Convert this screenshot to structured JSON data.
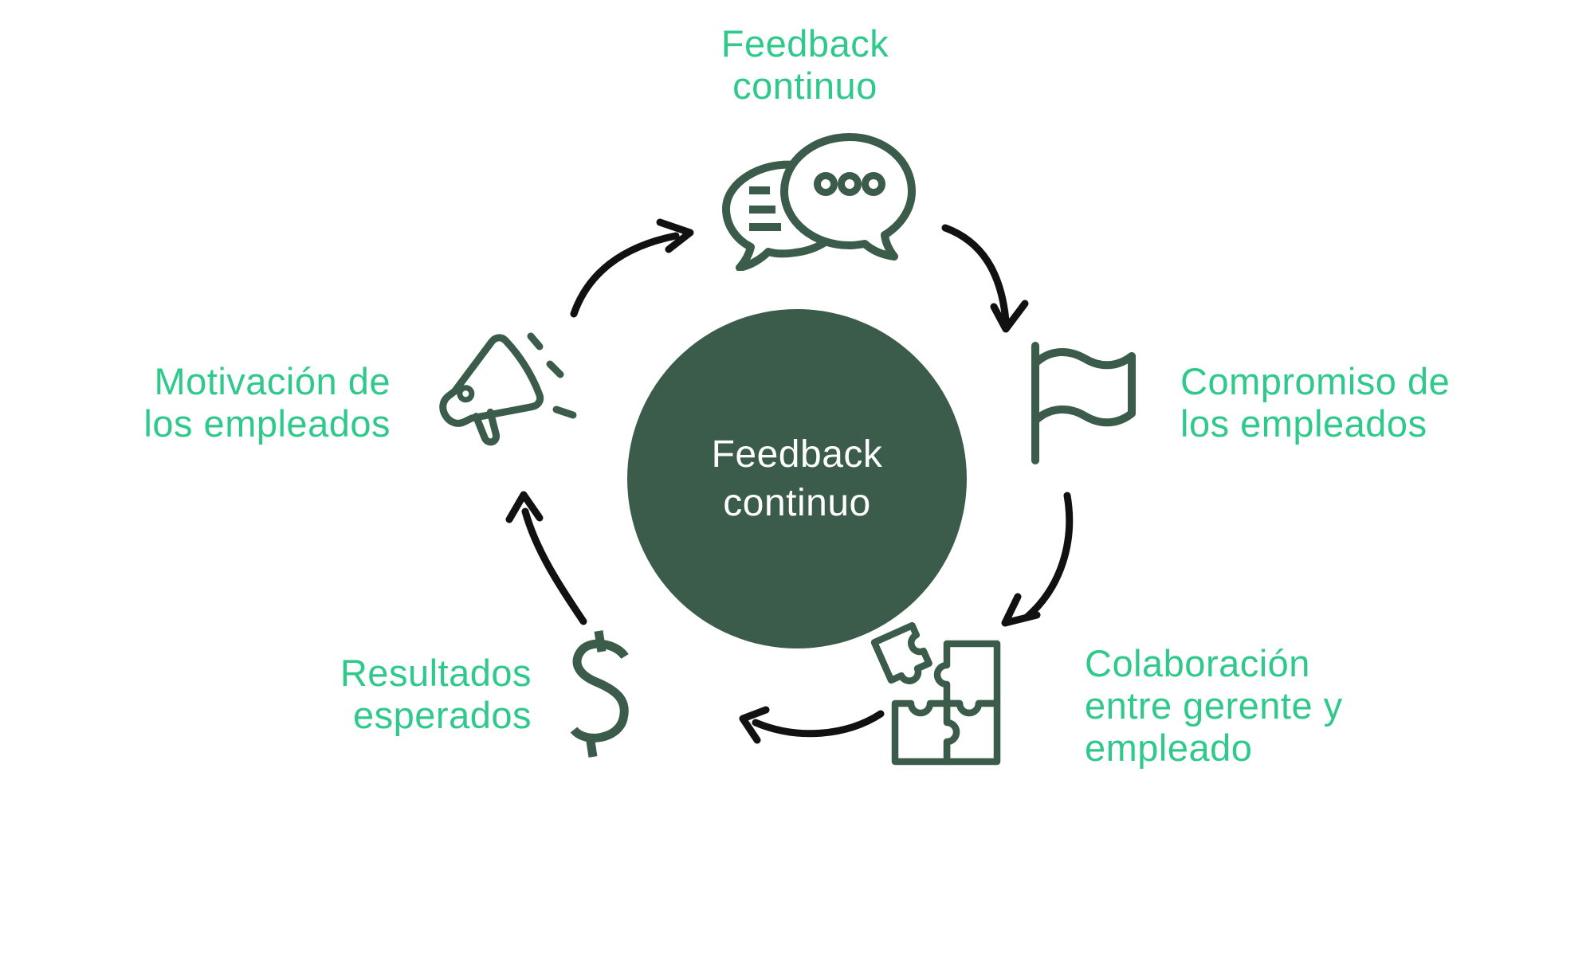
{
  "center": {
    "line1": "Feedback",
    "line2": "continuo"
  },
  "stages": {
    "top": {
      "line1": "Feedback",
      "line2": "continuo",
      "icon": "chat-bubbles-icon"
    },
    "right": {
      "line1": "Compromiso de",
      "line2": "los empleados",
      "icon": "flag-icon"
    },
    "bottom_right": {
      "line1": "Colaboración",
      "line2": "entre gerente y",
      "line3": "empleado",
      "icon": "puzzle-icon"
    },
    "bottom_left": {
      "line1": "Resultados",
      "line2": "esperados",
      "icon": "dollar-icon"
    },
    "left": {
      "line1": "Motivación de",
      "line2": "los empleados",
      "icon": "megaphone-icon"
    }
  },
  "colors": {
    "accent_green": "#2FC98B",
    "dark_green": "#3B5C4A",
    "arrow_black": "#111111",
    "background": "#FFFFFF",
    "center_text": "#FFFFFF"
  }
}
